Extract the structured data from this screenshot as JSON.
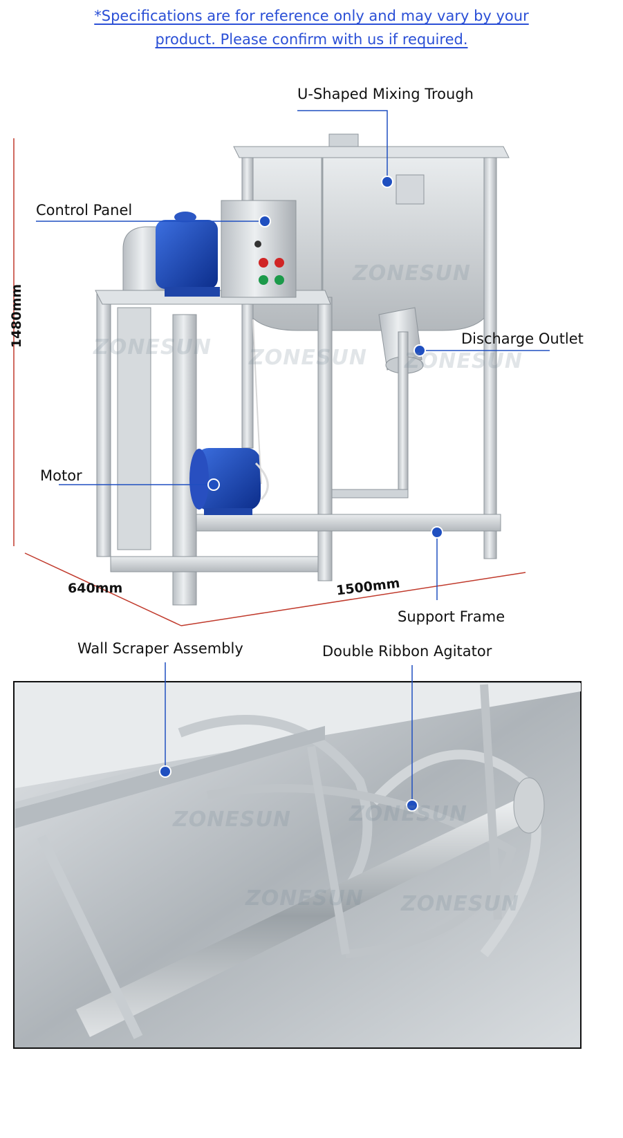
{
  "note": {
    "line1": "*Specifications are for reference only and may vary by your",
    "line2": "product. Please confirm with us if required."
  },
  "labels": {
    "trough": "U-Shaped Mixing Trough",
    "control_panel": "Control Panel",
    "discharge": "Discharge Outlet",
    "motor": "Motor",
    "support_frame": "Support Frame",
    "wall_scraper": "Wall Scraper Assembly",
    "ribbon": "Double Ribbon Agitator"
  },
  "dimensions": {
    "height": "1480mm",
    "depth": "640mm",
    "width": "1500mm"
  },
  "watermark": "ZONESUN",
  "colors": {
    "note": "#2a4fd6",
    "dimension_line": "#c0392b",
    "callout": "#1f4fc0"
  }
}
